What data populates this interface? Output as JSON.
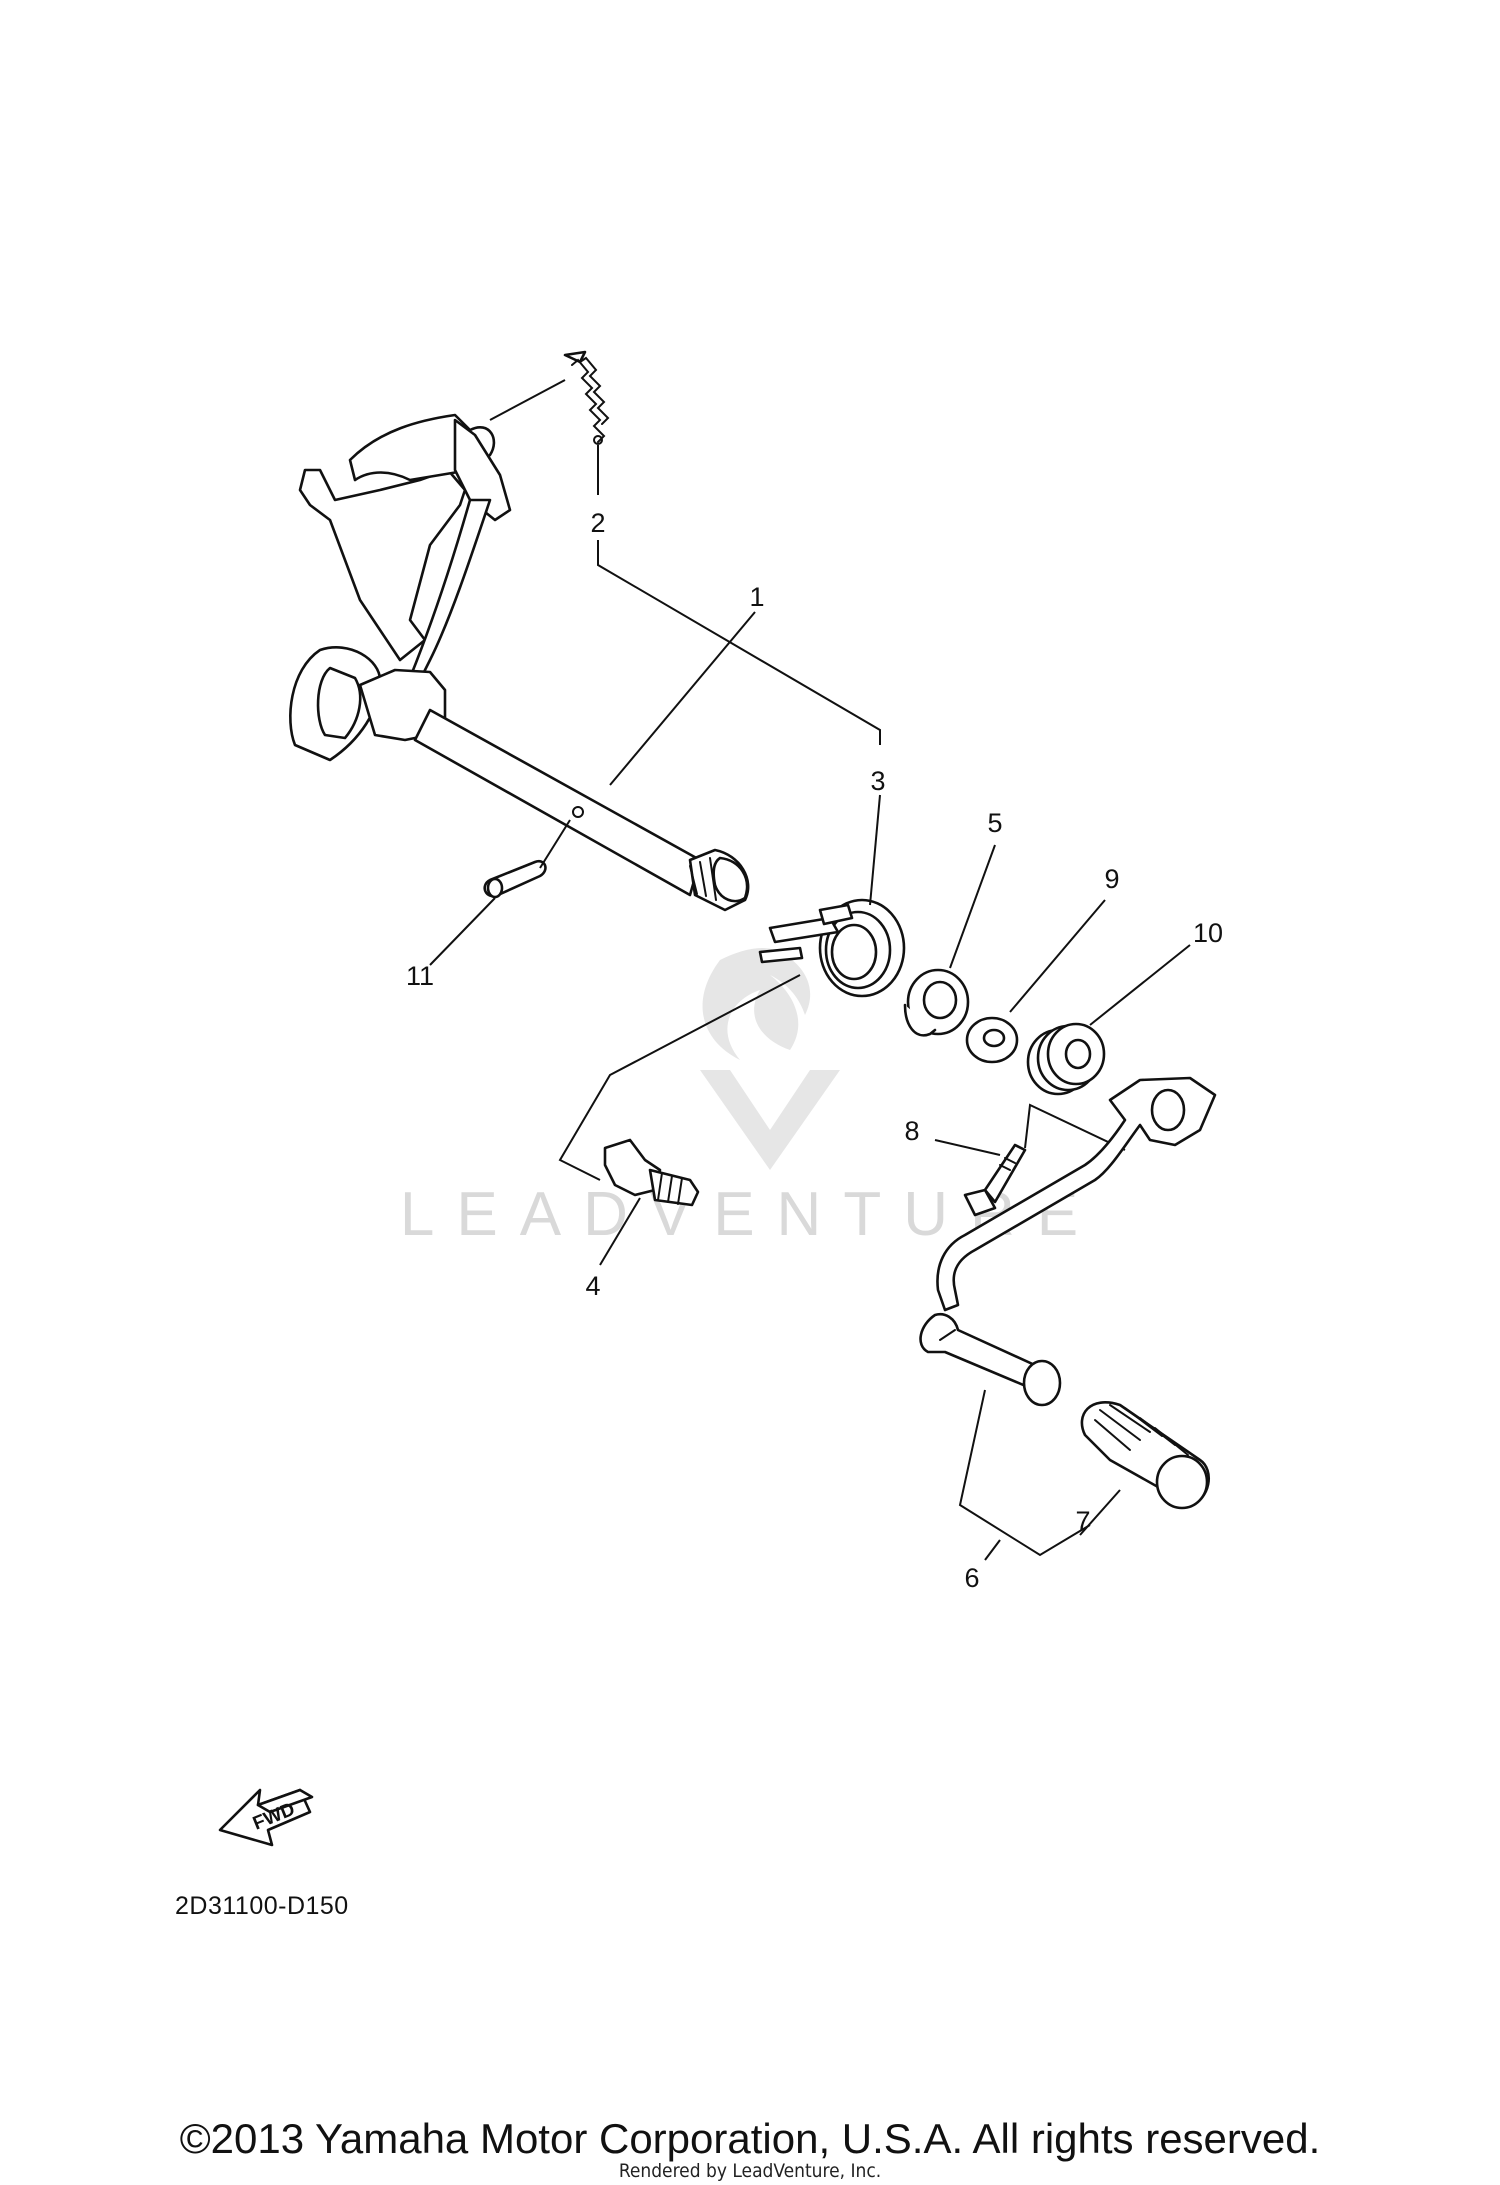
{
  "diagram": {
    "callouts": [
      {
        "id": "1",
        "label": "1"
      },
      {
        "id": "2",
        "label": "2"
      },
      {
        "id": "3",
        "label": "3"
      },
      {
        "id": "4",
        "label": "4"
      },
      {
        "id": "5",
        "label": "5"
      },
      {
        "id": "6",
        "label": "6"
      },
      {
        "id": "7",
        "label": "7"
      },
      {
        "id": "8",
        "label": "8"
      },
      {
        "id": "9",
        "label": "9"
      },
      {
        "id": "10",
        "label": "10"
      },
      {
        "id": "11",
        "label": "11"
      }
    ],
    "direction_badge": "FWD",
    "diagram_code": "2D31100-D150",
    "watermark_text": "LEADVENTURE"
  },
  "footer": {
    "copyright": "©2013 Yamaha Motor Corporation, U.S.A. All rights reserved.",
    "rendered_by": "Rendered by LeadVenture, Inc."
  },
  "colors": {
    "line": "#111111",
    "watermark": "#d9d9d9",
    "background": "#ffffff"
  }
}
